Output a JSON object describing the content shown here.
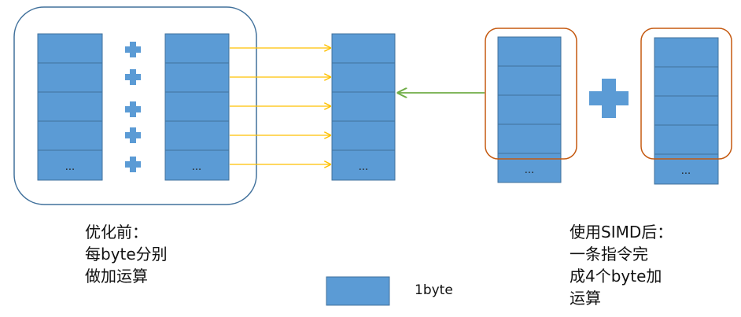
{
  "colors": {
    "cell_fill": "#5b9bd5",
    "cell_line": "#41719c",
    "group_outline": "#41719c",
    "simd_outline": "#c55a11",
    "arrow_yellow": "#ffc000",
    "arrow_green": "#70ad47",
    "plus": "#5b9bd5"
  },
  "icons": [
    "plus-icon",
    "arrow-right",
    "arrow-left"
  ],
  "cell_text": "...",
  "before_caption": [
    "优化前：",
    "每byte分别",
    "做加运算"
  ],
  "after_caption": [
    "使用SIMD后：",
    "一条指令完",
    "成4个byte加",
    "运算"
  ],
  "legend": {
    "label": "1byte"
  }
}
